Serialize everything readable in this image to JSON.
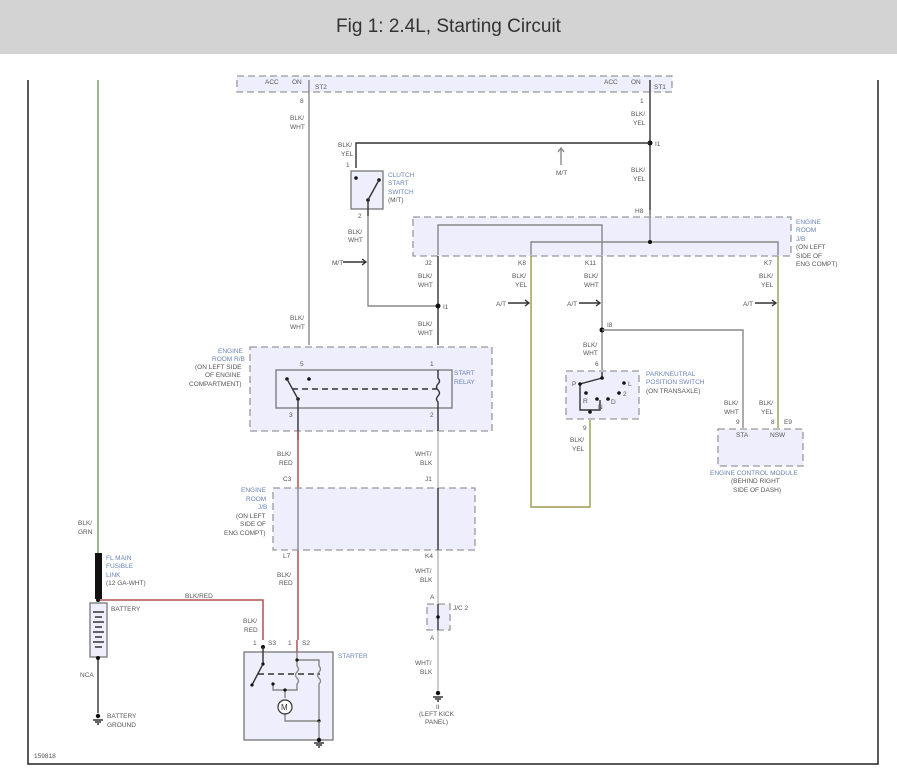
{
  "header": {
    "title": "Fig 1: 2.4L, Starting Circuit"
  },
  "diagram": {
    "figure_id": "159818",
    "ignition_switch": {
      "acc_left": "ACC",
      "on_left": "ON",
      "st2": "ST2",
      "acc_right": "ACC",
      "on_right": "ON",
      "st1": "ST1",
      "pin_st2": "8",
      "pin_st1": "1"
    },
    "wires": {
      "blk_wht": [
        "BLK/",
        "WHT"
      ],
      "blk_yel": [
        "BLK/",
        "YEL"
      ],
      "blk_red": [
        "BLK/",
        "RED"
      ],
      "wht_blk": [
        "WHT/",
        "BLK"
      ],
      "blk_grn": [
        "BLK/",
        "GRN"
      ],
      "blk_red_single": "BLK/RED",
      "nca": "NCA"
    },
    "splices": {
      "i1_top": "I1",
      "i1_mid": "I1",
      "i8": "I8"
    },
    "clutch_switch": {
      "label": [
        "CLUTCH",
        "START",
        "SWITCH",
        "(M/T)"
      ],
      "pin_top": "1",
      "pin_bottom": "2"
    },
    "transmission": {
      "mt": "M/T",
      "at": "A/T"
    },
    "engine_room_jb_top": {
      "label": [
        "ENGINE",
        "ROOM",
        "J/B",
        "(ON LEFT",
        "SIDE OF",
        "ENG COMPT)"
      ],
      "pins": {
        "h8": "H8",
        "j2": "J2",
        "k8": "K8",
        "k11": "K11",
        "k7": "K7"
      }
    },
    "engine_room_rb": {
      "label": [
        "ENGINE",
        "ROOM R/B",
        "(ON LEFT SIDE",
        "OF ENGINE",
        "COMPARTMENT)"
      ],
      "pins": {
        "p5": "5",
        "p1": "1",
        "p3": "3",
        "p2": "2"
      }
    },
    "start_relay": {
      "label": [
        "START",
        "RELAY"
      ]
    },
    "pn_switch": {
      "label": [
        "PARK/NEUTRAL",
        "POSITION SWITCH",
        "(ON TRANSAXLE)"
      ],
      "positions": [
        "P",
        "R",
        "N",
        "D",
        "2",
        "L"
      ],
      "pin_top": "6",
      "pin_bottom": "9"
    },
    "ecm": {
      "label": "ENGINE CONTROL MODULE",
      "location": [
        "(BEHIND RIGHT",
        "SIDE OF DASH)"
      ],
      "terminals": {
        "sta": "STA",
        "nsw": "NSW"
      },
      "pins": {
        "p9": "9",
        "p8": "8",
        "conn": "E9"
      }
    },
    "engine_room_jb_mid": {
      "label": [
        "ENGINE",
        "ROOM",
        "J/B",
        "(ON LEFT",
        "SIDE OF",
        "ENG COMPT)"
      ],
      "pins": {
        "c3": "C3",
        "j1": "J1",
        "l7": "L7",
        "k4": "K4"
      }
    },
    "fusible_link": {
      "label": [
        "FL MAIN",
        "FUSIBLE",
        "LINK",
        "(12 GA-WHT)"
      ]
    },
    "battery": {
      "label": "BATTERY",
      "ground": [
        "BATTERY",
        "GROUND"
      ]
    },
    "starter": {
      "label": "STARTER",
      "pins": {
        "s3_num": "1",
        "s3": "S3",
        "s2_num": "1",
        "s2": "S2"
      },
      "motor": "M"
    },
    "jc2": {
      "label": "J/C 2",
      "pin_top": "A",
      "pin_bottom": "A"
    },
    "ground_ii": {
      "label": "II",
      "location": [
        "(LEFT KICK",
        "PANEL)"
      ]
    }
  }
}
